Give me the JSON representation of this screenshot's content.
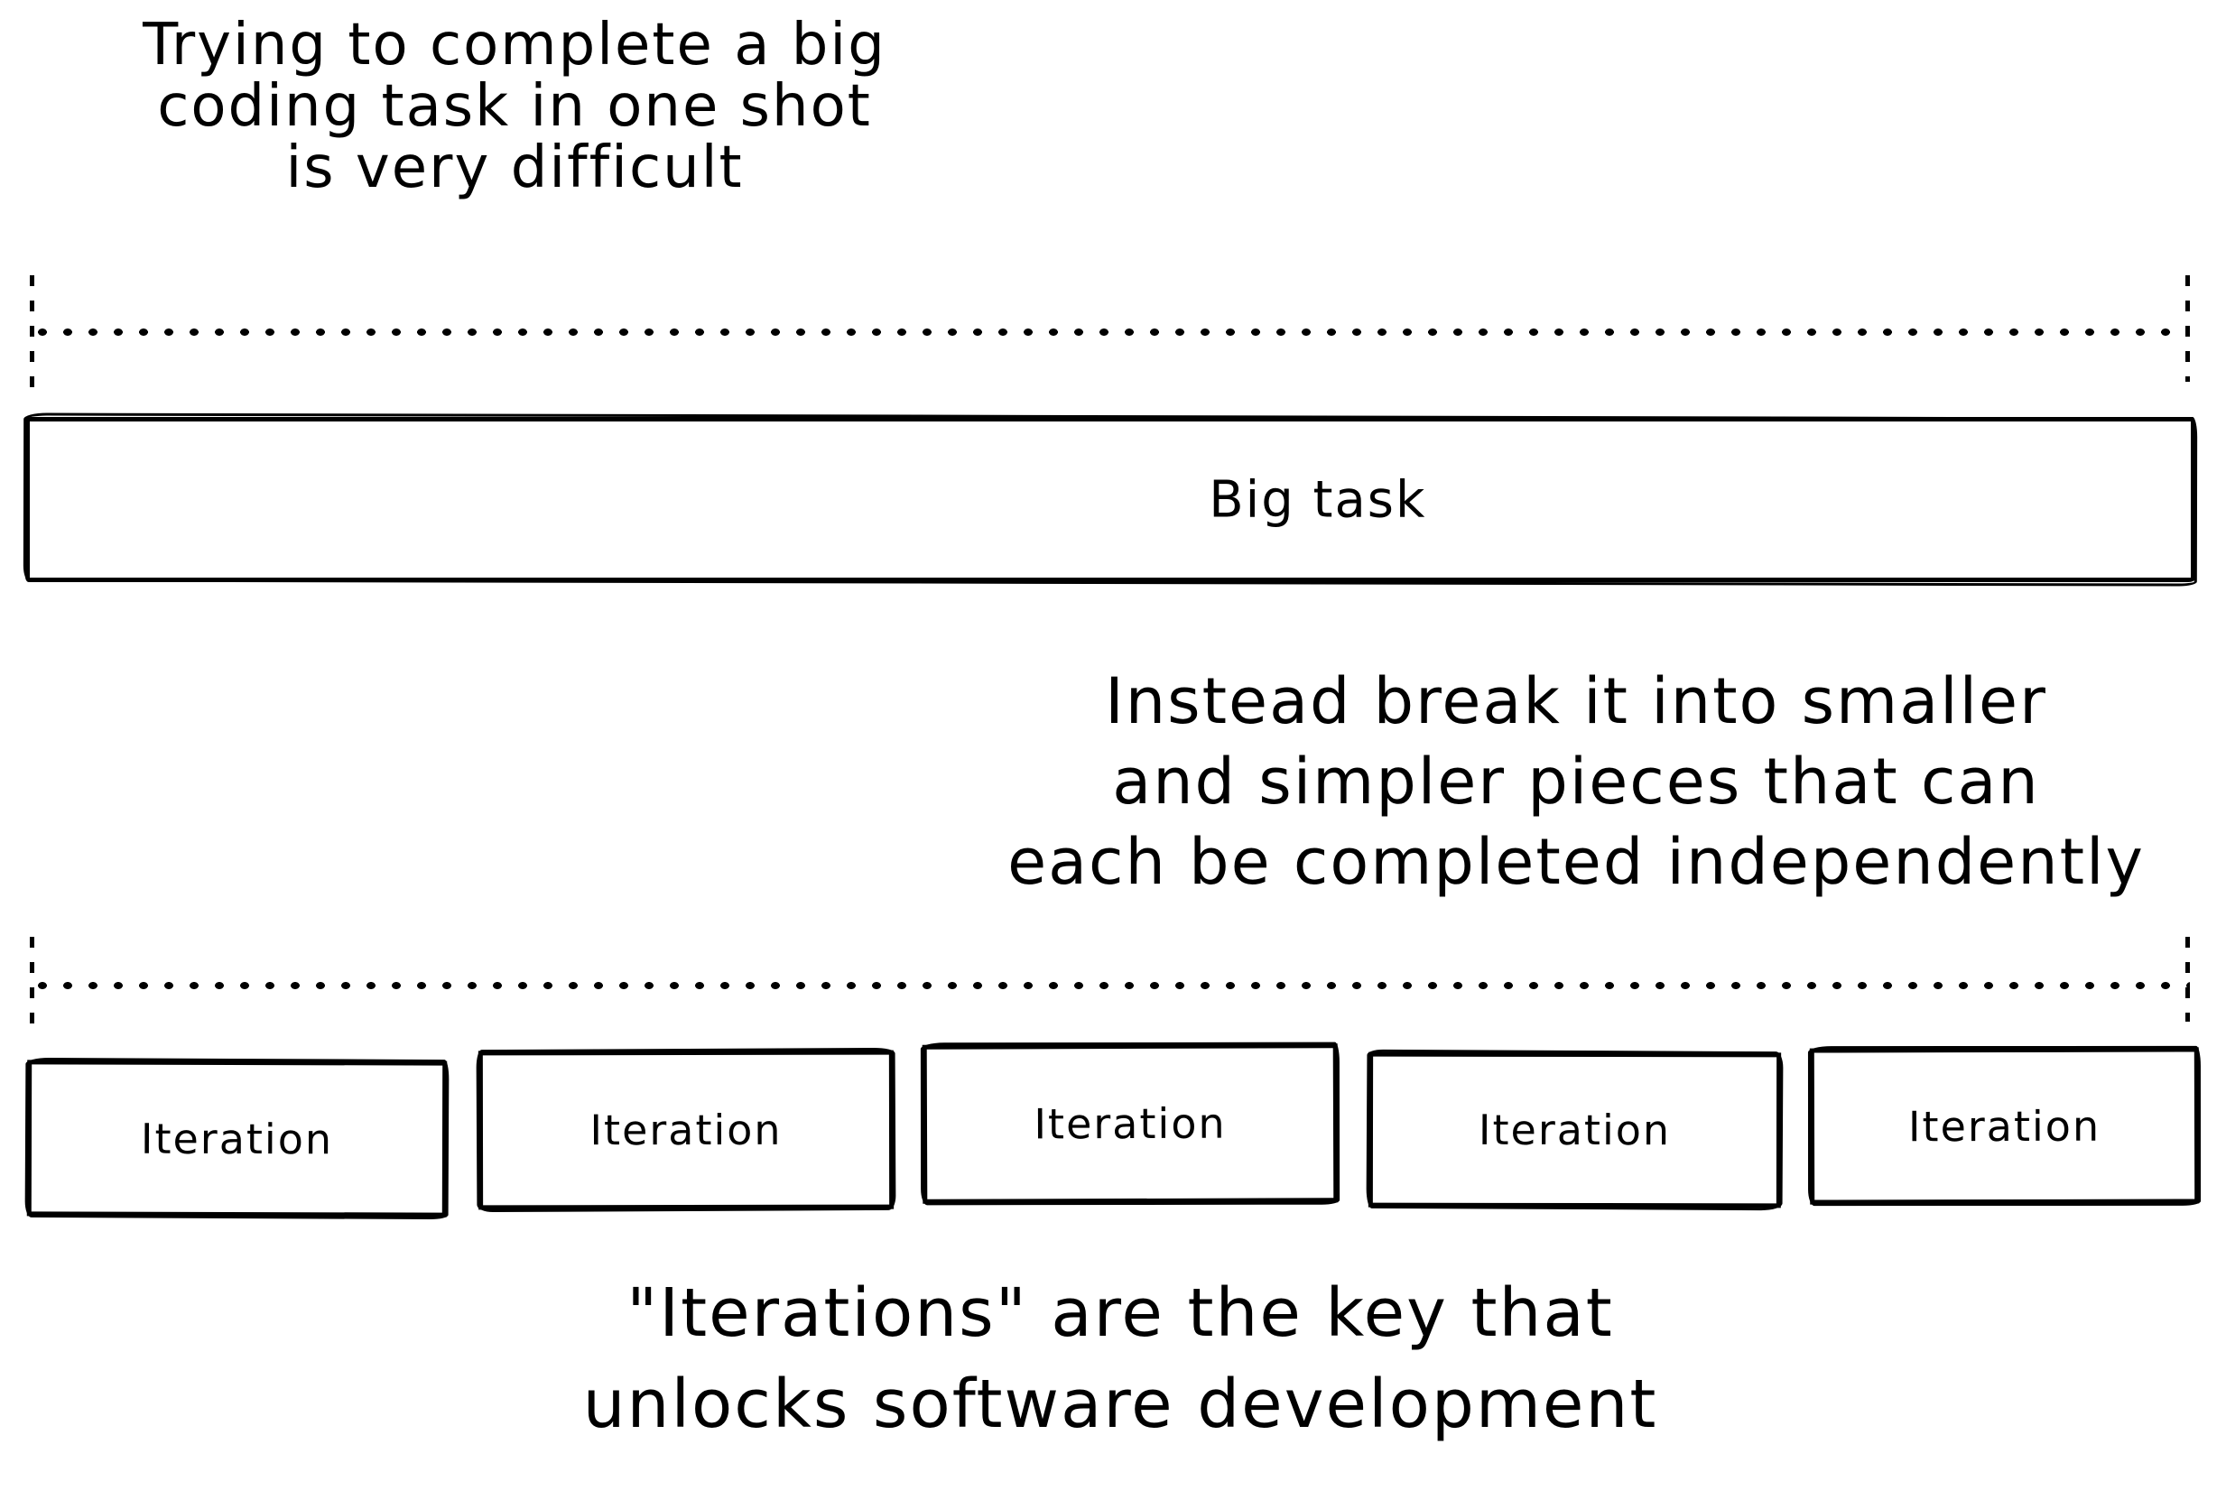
{
  "canvas": {
    "background_color": "#ffffff",
    "ink_color": "#000000"
  },
  "annotations": {
    "top_note": "Trying to complete a big\ncoding task in one shot\nis very difficult",
    "middle_note": "Instead break it into smaller\nand simpler pieces that can\neach be completed independently",
    "bottom_note": "\"Iterations\" are the key that\nunlocks software development"
  },
  "big_task": {
    "label": "Big task"
  },
  "iterations": [
    {
      "label": "Iteration"
    },
    {
      "label": "Iteration"
    },
    {
      "label": "Iteration"
    },
    {
      "label": "Iteration"
    },
    {
      "label": "Iteration"
    }
  ]
}
